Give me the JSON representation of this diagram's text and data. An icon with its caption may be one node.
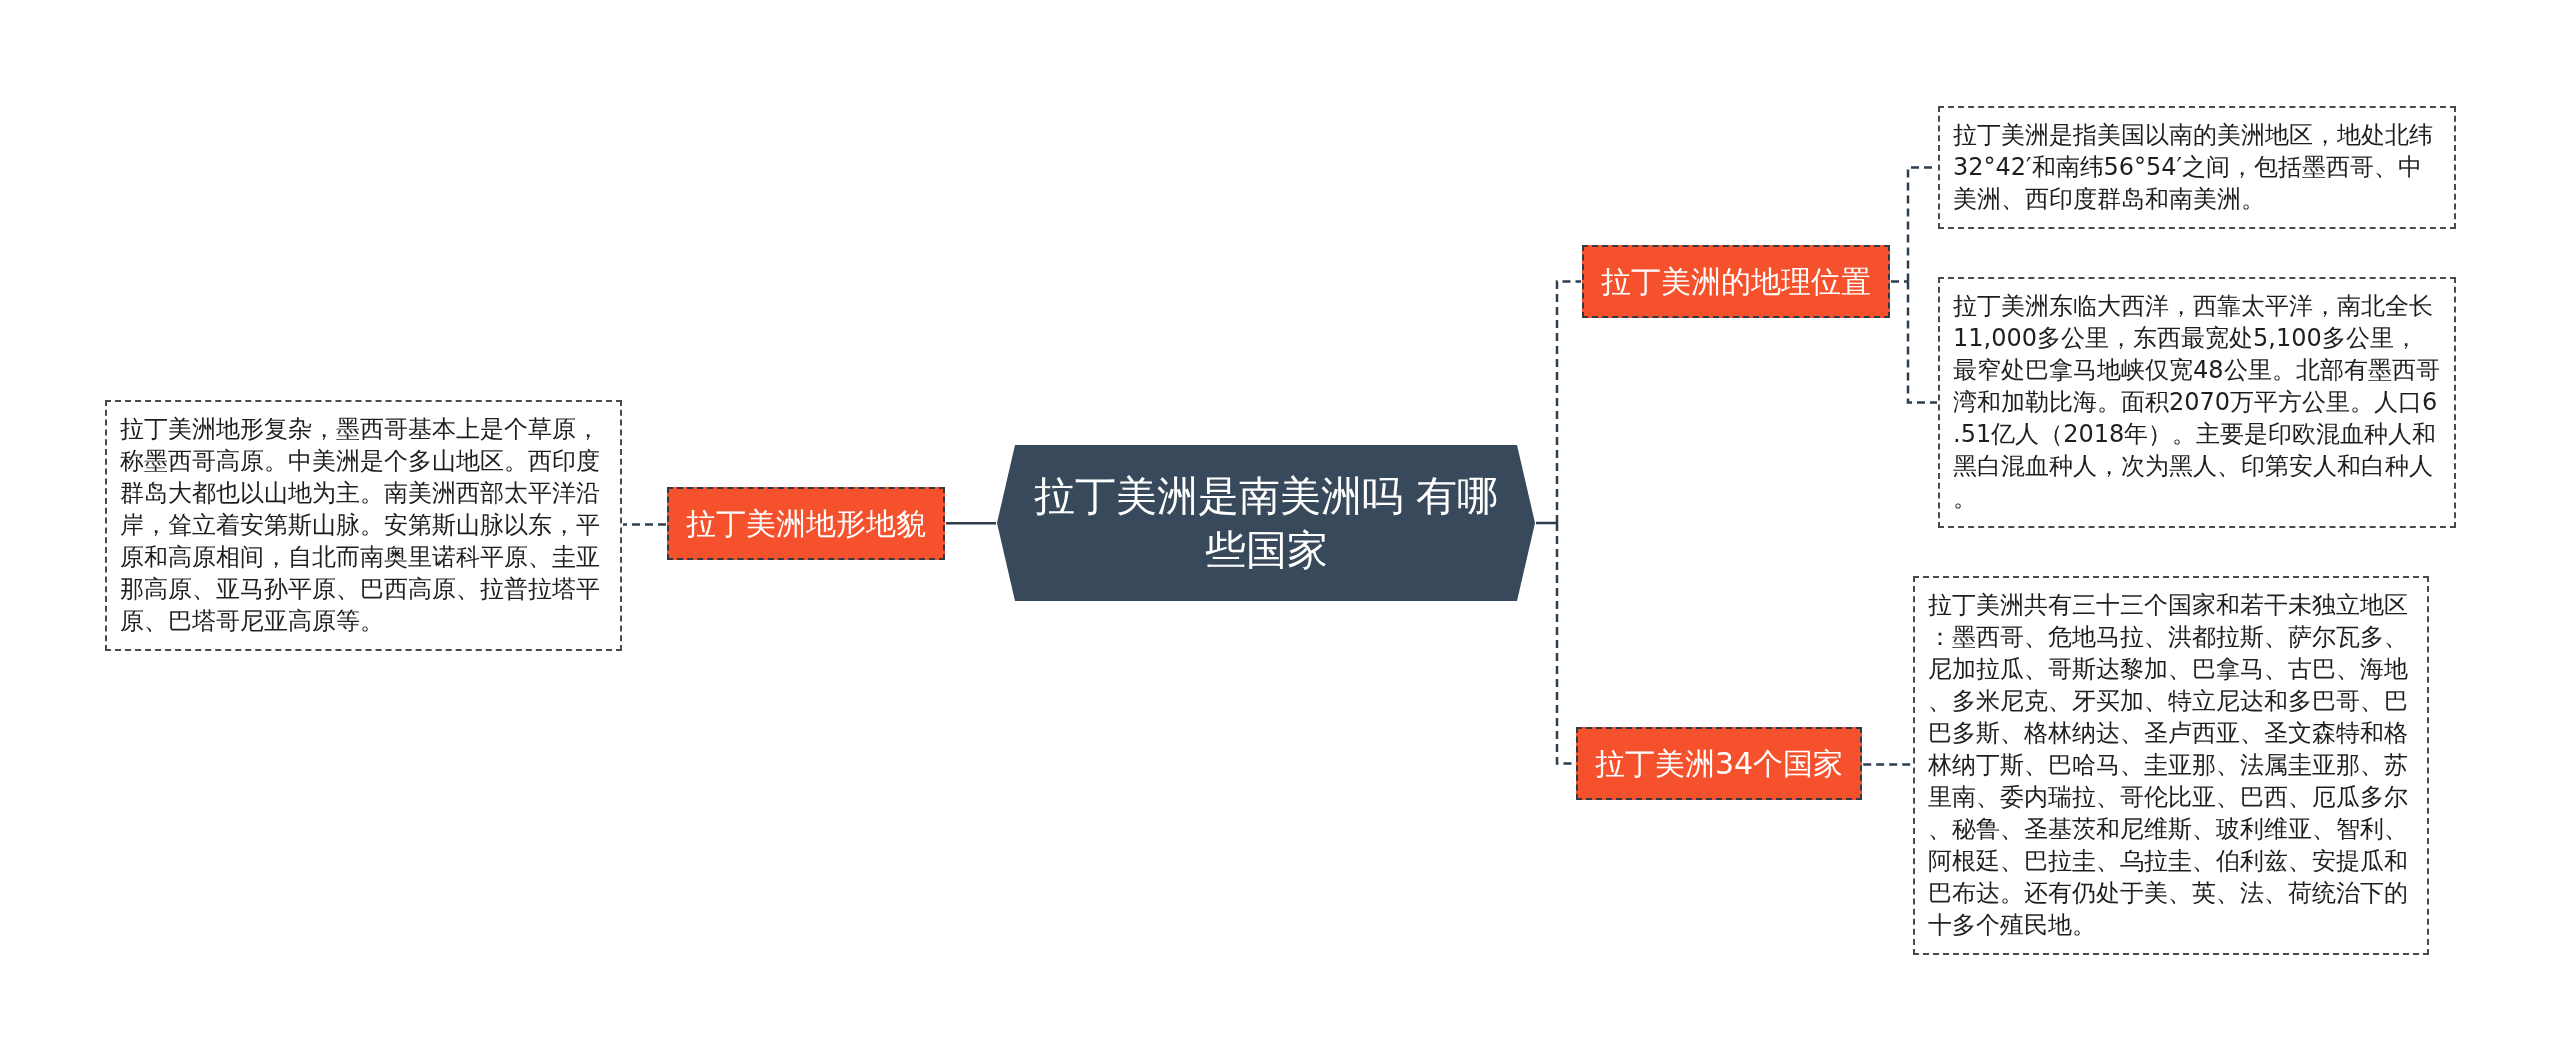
{
  "diagram": {
    "nodes": [
      {
        "text": [
          "拉丁美洲是南美洲吗 有哪些国家"
        ]
      },
      {
        "text": [
          "拉丁美洲地形地貌"
        ]
      },
      {
        "text": [
          "拉丁美洲地形复杂，墨西哥基本上是个草原，称墨西哥高原。中美洲是个多山地区。西印度群岛大都也以山地为主。南美洲西部太平洋沿岸，耸立着安第斯山脉。安第斯山脉以东，平原和高原相间，自北而南奥里诺科平原、圭亚那高原、亚马孙平原、巴西高原、拉普拉塔平原、巴塔哥尼亚高原等。"
        ]
      },
      {
        "text": [
          "拉丁美洲的地理位置"
        ]
      },
      {
        "text": [
          "拉丁美洲是指美国以南的美洲地区，地处北纬32°42′和南纬56°54′之间，包括墨西哥、中美洲、西印度群岛和南美洲。"
        ]
      },
      {
        "text": [
          "拉丁美洲东临大西洋，西靠太平洋，南北全长11,000多公里，东西最宽处5,100多公里，最窄处巴拿马地峡仅宽48公里。北部有墨西哥湾和加勒比海。面积2070万平方公里。人口6.51亿人（2018年）。主要是印欧混血种人和黑白混血种人，次为黑人、印第安人和白种人。"
        ]
      },
      {
        "text": [
          "拉丁美洲34个国家"
        ]
      },
      {
        "text": [
          "拉丁美洲共有三十三个国家和若干未独立地区：墨西哥、危地马拉、洪都拉斯、萨尔瓦多、尼加拉瓜、哥斯达黎加、巴拿马、古巴、海地、多米尼克、牙买加、特立尼达和多巴哥、巴巴多斯、格林纳达、圣卢西亚、圣文森特和格林纳丁斯、巴哈马、圭亚那、法属圭亚那、苏里南、委内瑞拉、哥伦比亚、巴西、厄瓜多尔、秘鲁、圣基茨和尼维斯、玻利维亚、智利、阿根廷、巴拉圭、乌拉圭、伯利兹、安提瓜和巴布达。还有仍处于美、英、法、荷统治下的十多个殖民地。"
        ]
      }
    ],
    "edges": [
      {
        "from": 0,
        "to": 1,
        "arrow": "none"
      },
      {
        "from": 1,
        "to": 2,
        "arrow": "none",
        "style": "dashed"
      },
      {
        "from": 0,
        "to": 3,
        "arrow": "none",
        "style": "dashed"
      },
      {
        "from": 3,
        "to": 4,
        "arrow": "none",
        "style": "dashed"
      },
      {
        "from": 3,
        "to": 5,
        "arrow": "none",
        "style": "dashed"
      },
      {
        "from": 0,
        "to": 6,
        "arrow": "none",
        "style": "dashed"
      },
      {
        "from": 6,
        "to": 7,
        "arrow": "none",
        "style": "dashed"
      }
    ]
  }
}
